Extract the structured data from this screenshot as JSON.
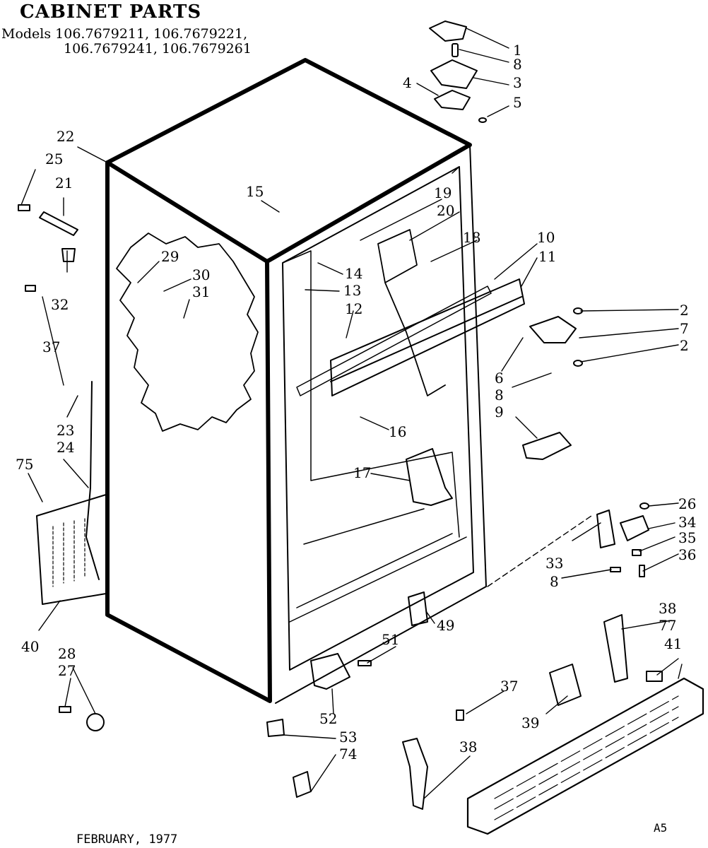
{
  "header": {
    "title": "CABINET PARTS",
    "models_line1": "Models 106.7679211, 106.7679221,",
    "models_line2": "106.7679241, 106.7679261"
  },
  "footer": {
    "date": "FEBRUARY, 1977",
    "code": "A5"
  },
  "callouts": [
    "1",
    "8",
    "3",
    "4",
    "5",
    "22",
    "25",
    "21",
    "15",
    "19",
    "20",
    "18",
    "10",
    "11",
    "29",
    "30",
    "31",
    "32",
    "14",
    "13",
    "12",
    "2",
    "7",
    "2",
    "37",
    "6",
    "8",
    "9",
    "16",
    "23",
    "24",
    "75",
    "17",
    "26",
    "34",
    "35",
    "33",
    "36",
    "8",
    "40",
    "49",
    "51",
    "38",
    "77",
    "41",
    "28",
    "27",
    "37",
    "39",
    "52",
    "53",
    "74",
    "38"
  ],
  "colors": {
    "ink": "#000000",
    "paper": "#ffffff"
  }
}
